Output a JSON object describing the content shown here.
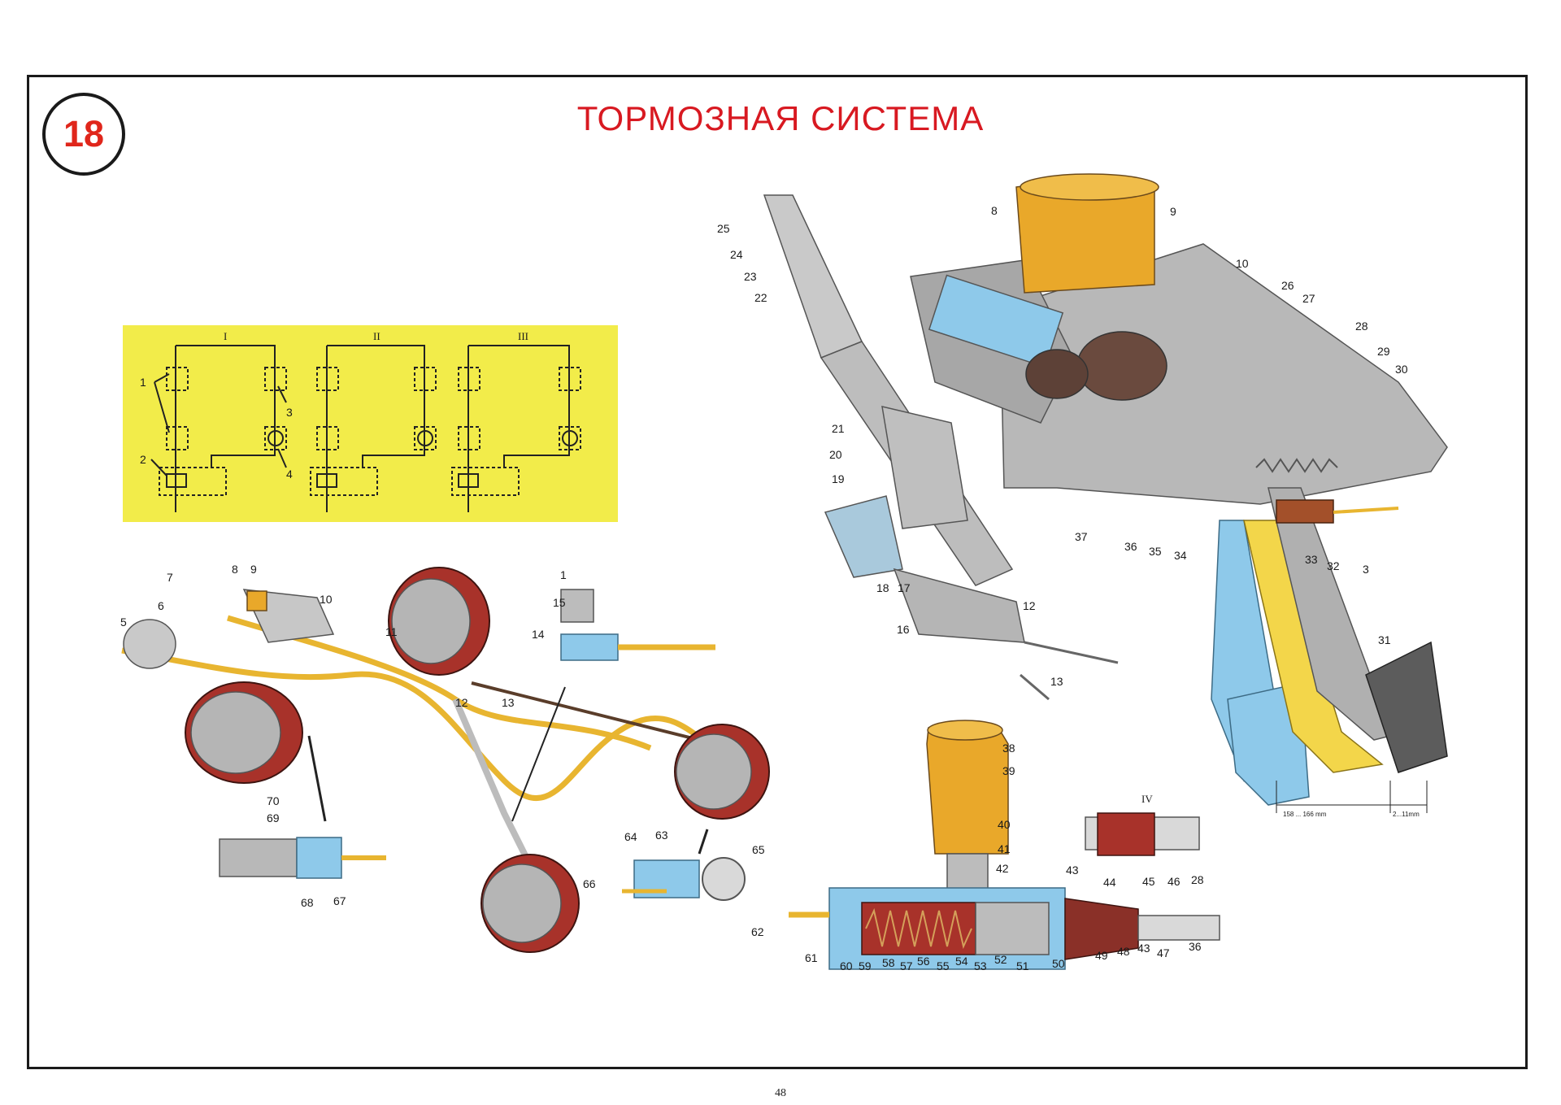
{
  "page": {
    "plate_number": "18",
    "title": "ТОРМОЗНАЯ СИСТЕМА",
    "page_number": "48"
  },
  "colors": {
    "title": "#d81921",
    "badge_number": "#e0261b",
    "frame": "#1a1a1a",
    "schematic_panel": "#f2ec4a",
    "brake_line": "#e8b530",
    "fluid_reservoir": "#e9a82a",
    "pedal_yellow": "#f3d64a",
    "pedal_blue": "#8ec9ea",
    "drum_red": "#a8322a",
    "metal_gray": "#b8b8b8"
  },
  "schematic": {
    "roman": [
      "I",
      "II",
      "III"
    ],
    "labels": [
      "1",
      "2",
      "3",
      "4"
    ]
  },
  "labels": {
    "pedal": [
      "25",
      "24",
      "23",
      "22",
      "21",
      "20",
      "19",
      "18",
      "17",
      "16",
      "12",
      "13",
      "8",
      "9",
      "10",
      "26",
      "27",
      "28",
      "29",
      "30",
      "37",
      "36",
      "35",
      "34",
      "33",
      "32",
      "3",
      "31"
    ],
    "circuit": [
      "7",
      "8",
      "9",
      "10",
      "6",
      "5",
      "11",
      "12",
      "13",
      "70",
      "69",
      "68",
      "67",
      "66",
      "65",
      "64",
      "63",
      "62",
      "1",
      "15",
      "14"
    ],
    "master": [
      "38",
      "39",
      "40",
      "41",
      "42",
      "61",
      "60",
      "59",
      "58",
      "57",
      "56",
      "55",
      "54",
      "53",
      "52",
      "51",
      "50",
      "49",
      "48",
      "43",
      "47",
      "36"
    ],
    "detail_iv": {
      "roman": "IV",
      "labels": [
        "43",
        "44",
        "45",
        "46",
        "28"
      ]
    }
  },
  "dimensions": {
    "pedal_travel": "158 ... 166 mm",
    "free_play": "2...11mm"
  }
}
